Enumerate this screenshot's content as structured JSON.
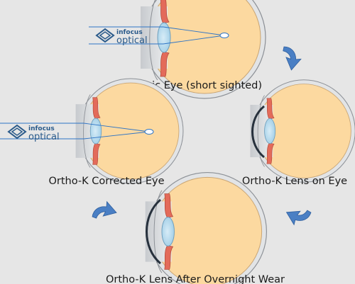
{
  "captions": {
    "myopic": "Myopic Eye (short sighted)",
    "lens_on": "Ortho-K Lens on Eye",
    "after_wear": "Ortho-K Lens After Overnight Wear",
    "corrected": "Ortho-K Corrected Eye"
  },
  "logo": {
    "top": "infocus",
    "bottom": "optical"
  },
  "colors": {
    "background": "#e6e6e6",
    "eye_fill": "#fcd9a0",
    "sclera": "#d8dadc",
    "iris": "#e36b5a",
    "lens": "#a9d4ea",
    "arrow": "#4a7fc4",
    "ray": "#2e74c5"
  },
  "icons": [
    "eye-diagram",
    "curved-arrow",
    "contact-lens",
    "light-rays",
    "infocus-logo"
  ]
}
